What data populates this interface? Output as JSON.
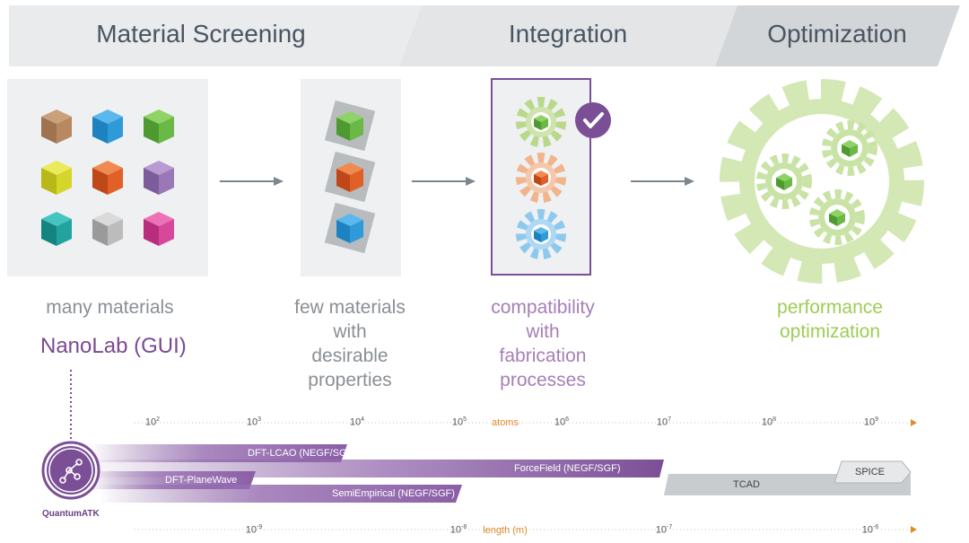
{
  "header": {
    "stage1": "Material Screening",
    "stage2": "Integration",
    "stage3": "Optimization"
  },
  "labels": {
    "many": "many materials",
    "few": [
      "few materials",
      "with",
      "desirable",
      "properties"
    ],
    "compat": [
      "compatibility",
      "with",
      "fabrication",
      "processes"
    ],
    "perf": [
      "performance",
      "optimization"
    ],
    "nanolab": "NanoLab (GUI)",
    "quantumatk": "QuantumATK"
  },
  "atoms_axis": {
    "unit": "atoms",
    "ticks": [
      {
        "base": "10",
        "exp": "2"
      },
      {
        "base": "10",
        "exp": "3"
      },
      {
        "base": "10",
        "exp": "4"
      },
      {
        "base": "10",
        "exp": "5"
      },
      {
        "base": "10",
        "exp": "6"
      },
      {
        "base": "10",
        "exp": "7"
      },
      {
        "base": "10",
        "exp": "8"
      },
      {
        "base": "10",
        "exp": "9"
      }
    ]
  },
  "length_axis": {
    "unit": "length (m)",
    "ticks": [
      {
        "base": "10",
        "exp": "-9"
      },
      {
        "base": "10",
        "exp": "-8"
      },
      {
        "base": "10",
        "exp": "-7"
      },
      {
        "base": "10",
        "exp": "-6"
      }
    ]
  },
  "methods": {
    "dft_lcao": "DFT-LCAO (NEGF/SGF)",
    "forcefield": "ForceField (NEGF/SGF)",
    "dft_pw": "DFT-PlaneWave",
    "semiempirical": "SemiEmpirical (NEGF/SGF)",
    "tcad": "TCAD",
    "spice": "SPICE"
  },
  "colors": {
    "purple": "#7b4f96",
    "green": "#9ccc5a",
    "orange": "#e8924a",
    "blue": "#3fa3e0",
    "header_bg": "#e9ebec",
    "header_dark": "#d3d6d8"
  },
  "cube_colors": [
    "#b08560",
    "#2f9ad8",
    "#6ab845",
    "#d6d62a",
    "#e06028",
    "#9a78b8",
    "#22a3a0",
    "#bcbcbc",
    "#d8489a"
  ]
}
